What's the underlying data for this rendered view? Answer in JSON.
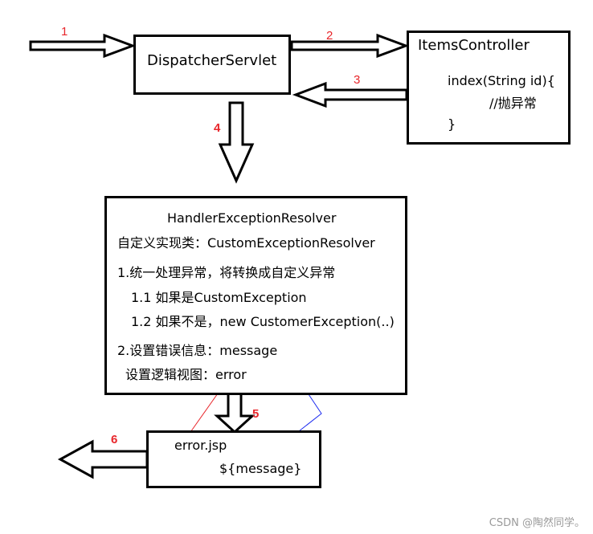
{
  "nodes": {
    "dispatcher": {
      "label": "DispatcherServlet"
    },
    "items_controller": {
      "title": "ItemsController",
      "lines": [
        "index(String id){",
        "//抛异常",
        "}"
      ]
    },
    "resolver": {
      "title": "HandlerExceptionResolver",
      "lines": [
        "自定义实现类：CustomExceptionResolver",
        "1.统一处理异常，将转换成自定义异常",
        "1.1 如果是CustomException",
        "1.2 如果不是，new CustomerException(..)",
        "2.设置错误信息：message",
        "设置逻辑视图：error"
      ]
    },
    "error_jsp": {
      "lines": [
        "error.jsp",
        "${message}"
      ]
    }
  },
  "steps": [
    "1",
    "2",
    "3",
    "4",
    "5",
    "6"
  ],
  "colors": {
    "step": "#e8262b",
    "arrow_red": "#e8262b",
    "arrow_blue": "#1e2cf0",
    "outline": "#000000"
  },
  "watermark": "CSDN @陶然同学。"
}
